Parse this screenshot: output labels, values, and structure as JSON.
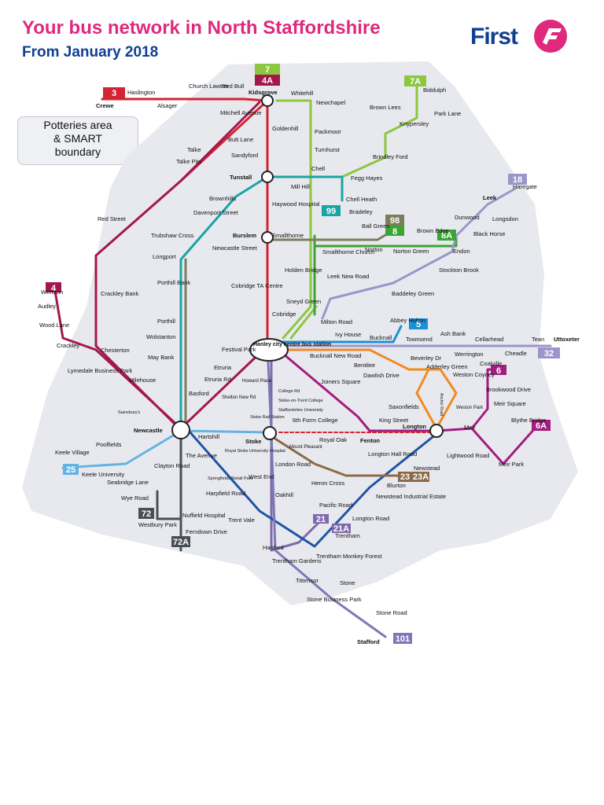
{
  "header": {
    "title": "Your bus network in North Staffordshire",
    "subtitle": "From January 2018",
    "logo_text": "First"
  },
  "boundary_label": [
    "Potteries area",
    "& SMART",
    "boundary"
  ],
  "colors": {
    "title": "#e0287d",
    "subtitle": "#103f91",
    "area": "#e8e9ee",
    "r3": "#d42431",
    "r4": "#a3174e",
    "r6": "#a31d7f",
    "r7": "#8dc63f",
    "r8": "#3aa535",
    "r11": "#f08a24",
    "r12": "#f08a24",
    "r18": "#9b95c9",
    "r21": "#7f6aa9",
    "r22": "#1f55a5",
    "r23": "#8a6a4a",
    "r25": "#66b3e3",
    "r72": "#4a4f57",
    "r98": "#7d7d5c",
    "r99": "#1ba3a3",
    "r101": "#7e78b8",
    "r32": "#9b95c9",
    "r5": "#1d8fd6"
  },
  "route_badges": [
    {
      "label": "3",
      "color": "#d42431"
    },
    {
      "label": "7",
      "color": "#8dc63f"
    },
    {
      "label": "4A",
      "color": "#a3174e"
    },
    {
      "label": "7A",
      "color": "#8dc63f"
    },
    {
      "label": "18",
      "color": "#9b95c9"
    },
    {
      "label": "98",
      "color": "#7d7d5c"
    },
    {
      "label": "8",
      "color": "#3aa535"
    },
    {
      "label": "8A",
      "color": "#3aa535"
    },
    {
      "label": "99",
      "color": "#1ba3a3"
    },
    {
      "label": "4",
      "color": "#a3174e"
    },
    {
      "label": "5",
      "color": "#1d8fd6"
    },
    {
      "label": "32",
      "color": "#9b95c9"
    },
    {
      "label": "6",
      "color": "#a31d7f"
    },
    {
      "label": "6A",
      "color": "#a31d7f"
    },
    {
      "label": "25",
      "color": "#66b3e3"
    },
    {
      "label": "72",
      "color": "#4a4f57"
    },
    {
      "label": "72A",
      "color": "#4a4f57"
    },
    {
      "label": "21",
      "color": "#7f6aa9"
    },
    {
      "label": "21A",
      "color": "#7f6aa9"
    },
    {
      "label": "23",
      "color": "#8a6a4a"
    },
    {
      "label": "23A",
      "color": "#8a6a4a"
    },
    {
      "label": "101",
      "color": "#7e78b8"
    }
  ],
  "hubs": [
    "Kidsgrove",
    "Tunstall",
    "Burslem",
    "Hanley city centre bus station",
    "Newcastle",
    "Stoke",
    "Longton"
  ],
  "places": [
    "Crewe",
    "Haslington",
    "Alsager",
    "Church Lawton",
    "Red Bull",
    "Kidsgrove",
    "Whitehill",
    "Newchapel",
    "Mitchell Avenue",
    "Goldenhill",
    "Butt Lane",
    "Packmoor",
    "Talke",
    "Talke Pits",
    "Sandyford",
    "Turnhurst",
    "Tunstall",
    "Chell",
    "Mill Hill",
    "Fegg Hayes",
    "Chell Heath",
    "Bradeley",
    "Haywood Hospital",
    "Brownhills",
    "Davenport Street",
    "Red Street",
    "Trubshaw Cross",
    "Burslem",
    "Smallthorne",
    "Smallthorne Church",
    "Newcastle Street",
    "Longport",
    "Porthill Bank",
    "Porthill",
    "Wolstanton",
    "May Bank",
    "Cobridge TA Centre",
    "Cobridge",
    "Holden Bridge",
    "Sneyd Green",
    "Milton Road",
    "Leek New Road",
    "Crackley Bank",
    "Wereton",
    "Audley",
    "Wood Lane",
    "Crackley",
    "Chesterton",
    "Lymedale Business Park",
    "Milehouse",
    "Sainsbury's",
    "Festival Park",
    "Etruria",
    "Etruria Rd",
    "Basford",
    "Howard Place",
    "Shelton New Rd",
    "Hanley city centre bus station",
    "Bucknall New Road",
    "Ivy House",
    "Bucknall",
    "Abbey Hulton",
    "Townsend",
    "Ash Bank",
    "Werrington",
    "Cellarhead",
    "Tean",
    "Uttoxeter",
    "Cheadle",
    "Bentilee",
    "Dawlish Drive",
    "Beverley Dr",
    "Adderley Green",
    "Joiners Square",
    "College Rd",
    "Stoke-on-Trent College",
    "Staffordshire University",
    "Stoke Rail Station",
    "6th Form College",
    "Saxonfields",
    "Weston Park",
    "King Street",
    "Longton",
    "Weston Coyney",
    "Coalville",
    "Brookwood Drive",
    "Meir Square",
    "Meir",
    "Blythe Bridge",
    "Lightwood Road",
    "Meir Park",
    "Fenton",
    "Royal Oak",
    "Mount Pleasant",
    "Newcastle",
    "Hartshill",
    "Stoke",
    "Poolfields",
    "Keele Village",
    "Keele University",
    "Clayton Road",
    "The Avenue",
    "Royal Stoke University Hospital",
    "Springfields Retail Park",
    "London Road",
    "Heron Cross",
    "Longton Hall Road",
    "Newstead",
    "Blurton",
    "Seabridge Lane",
    "Wye Road",
    "Westbury Park",
    "Harpfield Road",
    "Nuffield Hospital",
    "Ferndown Drive",
    "West End",
    "Oakhill",
    "Newstead Industrial Estate",
    "Pacific Road",
    "Longton Road",
    "Trentham",
    "Trent Vale",
    "Hanford",
    "Trentham Gardens",
    "Trentham Monkey Forest",
    "Tittensor",
    "Stone",
    "Stone Business Park",
    "Stone Road",
    "Stafford",
    "Leek",
    "Haregate",
    "Dunwood",
    "Longsdon",
    "Black Horse",
    "Endon",
    "Brown Edge",
    "Stockton Brook",
    "Baddeley Green",
    "Norton",
    "Norton Green",
    "Ball Green",
    "Brown Lees",
    "Biddulph",
    "Park Lane",
    "Knypersley",
    "Brindley Ford"
  ],
  "road_labels": [
    "Anchor Road"
  ]
}
